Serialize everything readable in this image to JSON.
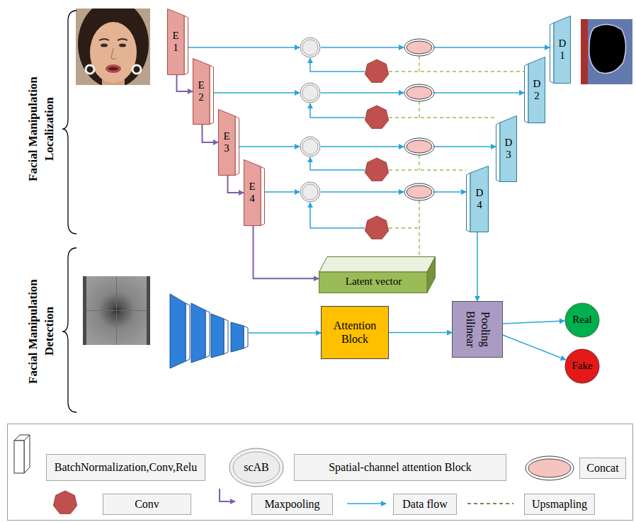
{
  "diagram": {
    "nodes": [
      {
        "text": [
          "E 1"
        ]
      },
      {
        "text": [
          "E 2"
        ]
      },
      {
        "text": [
          "E 3"
        ]
      },
      {
        "text": [
          "E 4"
        ]
      },
      {
        "text": [
          "D 1"
        ]
      },
      {
        "text": [
          "D 2"
        ]
      },
      {
        "text": [
          "D 3"
        ]
      },
      {
        "text": [
          "D 4"
        ]
      },
      {
        "text": [
          "Latent vector"
        ]
      },
      {
        "text": [
          "Attention Block"
        ]
      },
      {
        "text": [
          "Bilinear Pooling"
        ]
      },
      {
        "text": [
          "Real"
        ]
      },
      {
        "text": [
          "Fake"
        ]
      }
    ],
    "edges": [
      {
        "from": 0,
        "to": 1,
        "arrow": "to"
      },
      {
        "from": 1,
        "to": 2,
        "arrow": "to"
      },
      {
        "from": 2,
        "to": 3,
        "arrow": "to"
      },
      {
        "from": 3,
        "to": 8,
        "arrow": "to"
      },
      {
        "from": 7,
        "to": 10,
        "arrow": "to"
      },
      {
        "from": 9,
        "to": 10,
        "arrow": "to"
      },
      {
        "from": 10,
        "to": 11,
        "arrow": "to"
      },
      {
        "from": 10,
        "to": 12,
        "arrow": "to"
      }
    ],
    "labels": [
      "Facial Manipulation Localization",
      "Facial Manipulation Detection",
      "scAB"
    ],
    "legend": [
      {
        "text": "BatchNormalization,Conv,Relu"
      },
      {
        "text": "Spatial-channel attention Block"
      },
      {
        "text": "Concat"
      },
      {
        "text": "Conv"
      },
      {
        "text": "Maxpooling"
      },
      {
        "text": "Data flow"
      },
      {
        "text": "Upsmapling"
      }
    ]
  }
}
